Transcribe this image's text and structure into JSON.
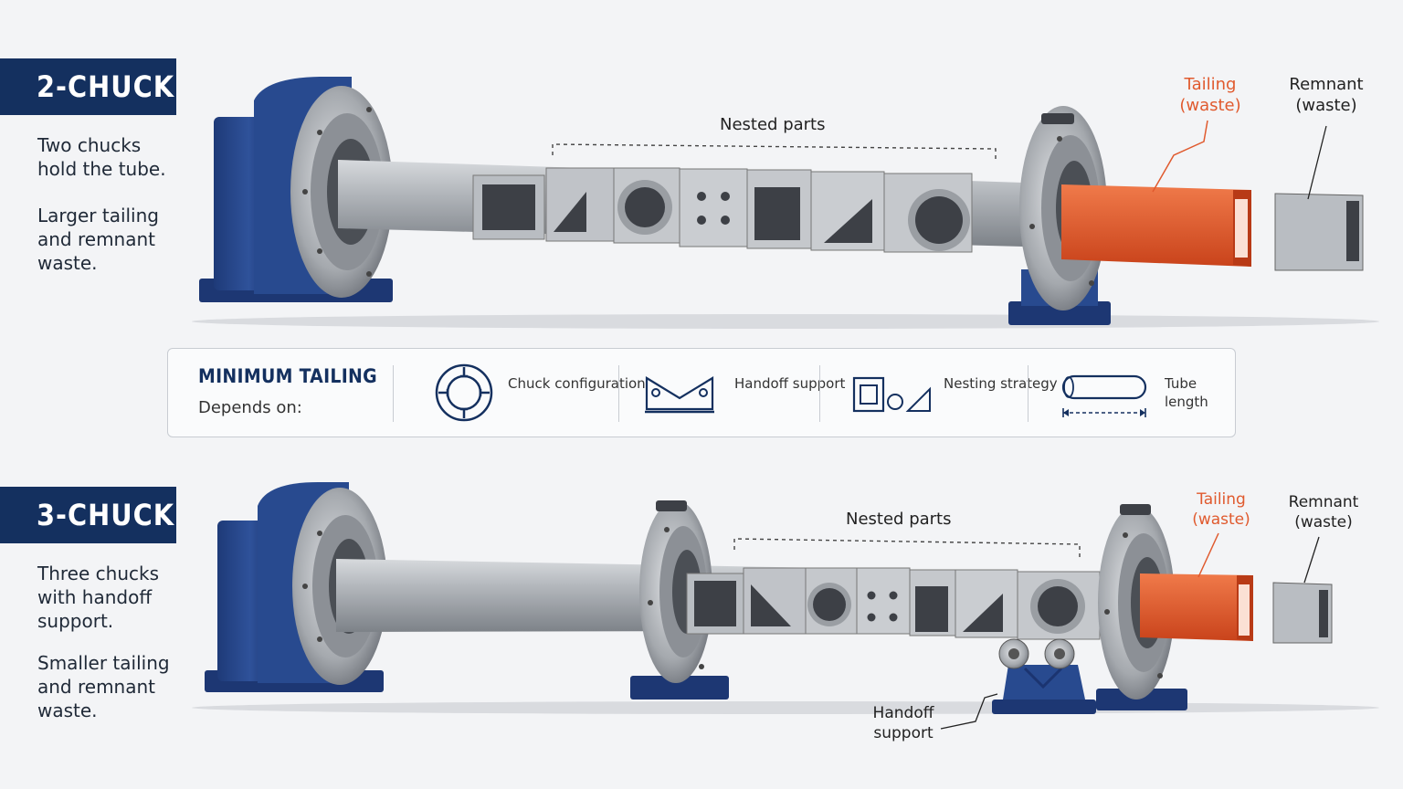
{
  "sections": {
    "two_chuck": {
      "badge": "2-CHUCK",
      "description_1": "Two chucks hold the tube.",
      "description_2": "Larger tailing and remnant waste.",
      "nested_parts_label": "Nested parts",
      "tailing_label": "Tailing (waste)",
      "remnant_label": "Remnant (waste)"
    },
    "three_chuck": {
      "badge": "3-CHUCK",
      "description_1": "Three chucks with handoff support.",
      "description_2": "Smaller tailing and remnant waste.",
      "nested_parts_label": "Nested parts",
      "tailing_label": "Tailing (waste)",
      "remnant_label": "Remnant (waste)",
      "handoff_label": "Handoff support"
    }
  },
  "panel": {
    "title": "MINIMUM TAILING",
    "subtitle": "Depends on:",
    "factors": [
      {
        "icon": "chuck-icon",
        "label": "Chuck configuration"
      },
      {
        "icon": "handoff-support-icon",
        "label": "Handoff support"
      },
      {
        "icon": "nesting-icon",
        "label": "Nesting strategy"
      },
      {
        "icon": "tube-length-icon",
        "label": "Tube length"
      }
    ]
  },
  "colors": {
    "navy": "#14305f",
    "machine_blue": "#2e4f93",
    "tailing_orange": "#e05a2e",
    "steel": "#a9adb3"
  }
}
